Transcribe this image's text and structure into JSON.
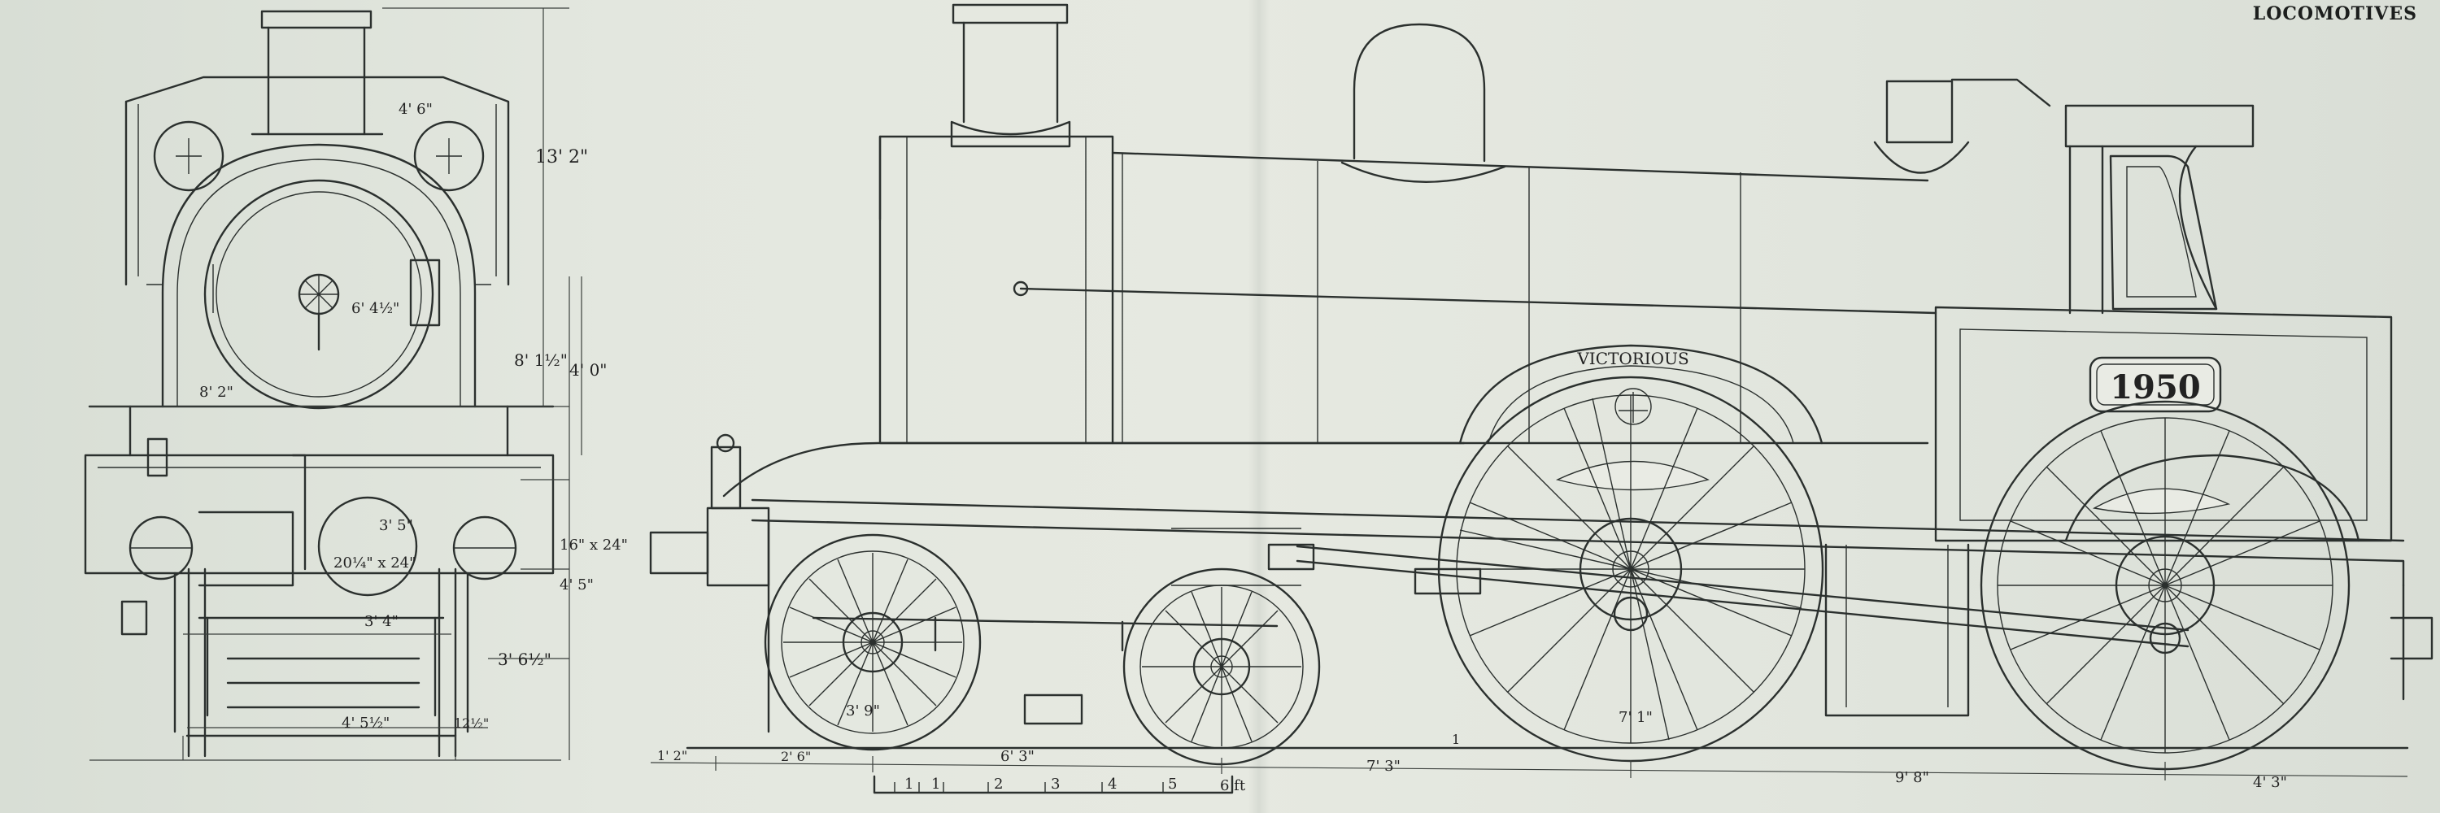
{
  "header": {
    "title": "LOCOMOTIVES"
  },
  "locomotive": {
    "name": "VICTORIOUS",
    "number": "1950"
  },
  "end_view_dims": {
    "chimney_height": "13' 2\"",
    "cab_width": "4' 6\"",
    "wheel_label": "6' 4½\"",
    "boiler_width": "8' 2\"",
    "boiler_centre": "8' 1½\"",
    "boiler_height": "4' 0\"",
    "buffer_height": "3' 5\"",
    "buffer_spacing": "20¼\" x 24\"",
    "frame_height": "16\" x 24\"",
    "axle_height": "4' 5\"",
    "frame_width": "3' 4\"",
    "wheel_height": "3' 6½\"",
    "track_gauge": "4' 5½\"",
    "rail_gap": "12½\""
  },
  "side_view_dims": {
    "bogie_wheel": "3' 9\"",
    "driving_wheel": "7' 1\"",
    "wheelbase_1": "6' 3\"",
    "wheelbase_2": "7' 3\"",
    "wheelbase_3": "9' 8\"",
    "wheelbase_4": "4' 3\"",
    "ref_a": "1' 2\"",
    "ref_b": "2' 6\"",
    "ref_mark": "1"
  },
  "scale_bar": {
    "ticks": [
      "1",
      "1",
      "2",
      "3",
      "4",
      "5"
    ],
    "unit": "6 ft"
  }
}
